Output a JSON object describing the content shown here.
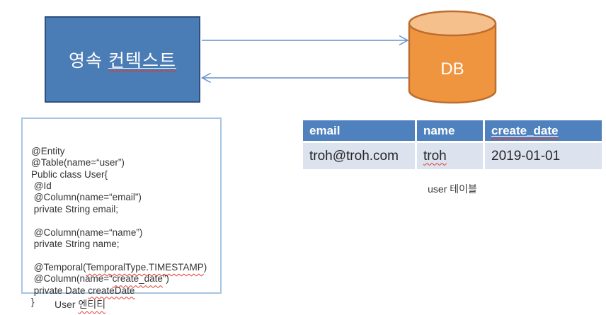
{
  "diagram": {
    "persistence_box": {
      "segments": [
        {
          "t": "영속 "
        },
        {
          "t": "컨텍스트",
          "sq": true,
          "ul": true
        }
      ]
    },
    "db": {
      "label": "DB"
    },
    "arrows": [
      "persistence-context-to-db",
      "db-to-persistence-context"
    ]
  },
  "entity_code": {
    "lines": [
      [
        {
          "t": "@Entity"
        }
      ],
      [
        {
          "t": "@Table(name=“user”)"
        }
      ],
      [
        {
          "t": "Public class User{"
        }
      ],
      [
        {
          "t": " @Id"
        }
      ],
      [
        {
          "t": " @Column(name=“email”)"
        }
      ],
      [
        {
          "t": " private String email;"
        }
      ],
      [],
      [
        {
          "t": " @Column(name=“name”)"
        }
      ],
      [
        {
          "t": " private String name;"
        }
      ],
      [],
      [
        {
          "t": " @Temporal("
        },
        {
          "t": "TemporalType.TIMESTAMP",
          "sq": true
        },
        {
          "t": ")"
        }
      ],
      [
        {
          "t": " @Column(name=“"
        },
        {
          "t": "create_date",
          "sq": true
        },
        {
          "t": "”)"
        }
      ],
      [
        {
          "t": " private Date "
        },
        {
          "t": "createDate",
          "sq": true
        }
      ],
      [
        {
          "t": "}"
        }
      ]
    ],
    "caption_segments": [
      {
        "t": "User "
      },
      {
        "t": "엔티티",
        "sq": true
      }
    ]
  },
  "user_table": {
    "headers": [
      [
        {
          "t": "email"
        }
      ],
      [
        {
          "t": "name"
        }
      ],
      [
        {
          "t": "create_date",
          "sq": true,
          "ul": true
        }
      ]
    ],
    "rows": [
      [
        [
          {
            "t": "troh@troh.com"
          }
        ],
        [
          {
            "t": "troh",
            "sq": true
          }
        ],
        [
          {
            "t": "2019-01-01"
          }
        ]
      ]
    ],
    "caption": "user 테이블"
  },
  "colors": {
    "box_blue": "#4a7cb5",
    "box_blue_border": "#2e5080",
    "db_orange": "#f0953f",
    "db_orange_top": "#f6c08c",
    "db_orange_border": "#bc6d2f",
    "arrow_blue": "#6591cc",
    "code_border_blue": "#a7c5e3",
    "table_header_blue": "#4e81bd",
    "table_row_bg": "#dce3ef",
    "squiggle_red": "#e03a2e"
  }
}
